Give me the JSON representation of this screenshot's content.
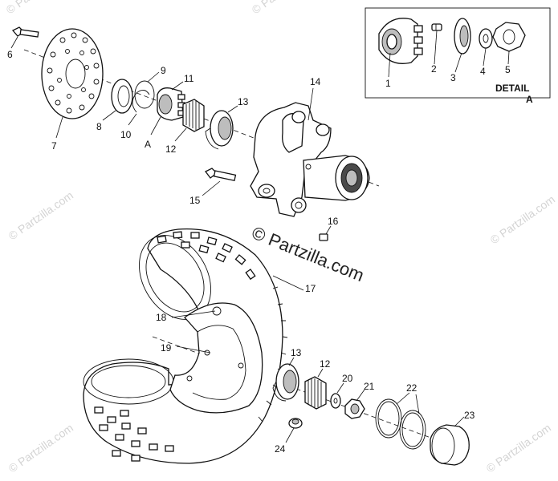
{
  "watermark": {
    "main": "© Partzilla.com",
    "faint": "© Partzilla.com"
  },
  "detail": {
    "title": "DETAIL",
    "letter": "A"
  },
  "reference_letter": "A",
  "callouts": {
    "c1": "1",
    "c2": "2",
    "c3": "3",
    "c4": "4",
    "c5": "5",
    "c6": "6",
    "c7": "7",
    "c8": "8",
    "c9": "9",
    "c10": "10",
    "c11": "11",
    "c12a": "12",
    "c12b": "12",
    "c13a": "13",
    "c13b": "13",
    "c14": "14",
    "c15": "15",
    "c16": "16",
    "c17": "17",
    "c18": "18",
    "c19": "19",
    "c20": "20",
    "c21": "21",
    "c22": "22",
    "c23": "23",
    "c24": "24"
  },
  "colors": {
    "line": "#111111",
    "shade": "#bdbdbd",
    "watermark_faint": "#d4d4d4"
  }
}
